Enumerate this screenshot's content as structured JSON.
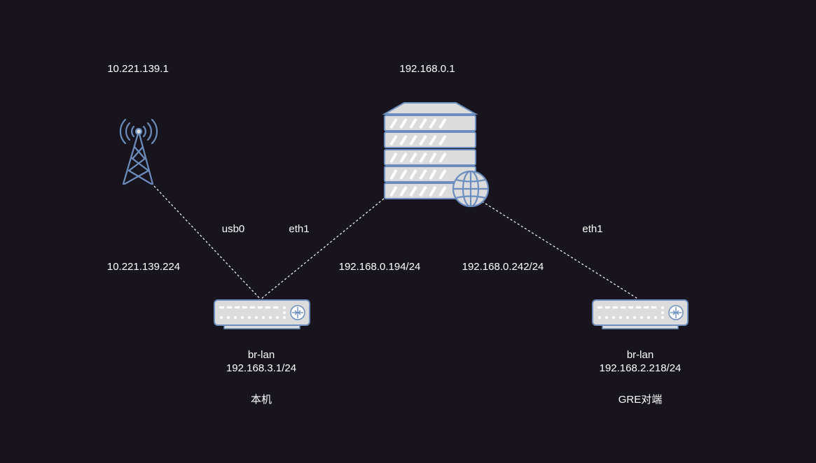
{
  "colors": {
    "background": "#18141d",
    "device_fill": "#dcdcdc",
    "device_stroke": "#6c8ebf",
    "link": "#ffffff",
    "text": "#ffffff"
  },
  "nodes": {
    "tower": {
      "icon": "cell-tower-icon",
      "ip": "10.221.139.1"
    },
    "server": {
      "icon": "server-globe-icon",
      "ip": "192.168.0.1"
    },
    "local_router": {
      "icon": "router-icon",
      "bridge": "br-lan",
      "bridge_ip": "192.168.3.1/24",
      "name": "本机"
    },
    "peer_router": {
      "icon": "router-icon",
      "bridge": "br-lan",
      "bridge_ip": "192.168.2.218/24",
      "name": "GRE对端"
    }
  },
  "links": {
    "tower_to_local": {
      "interface": "usb0",
      "ip": "10.221.139.224"
    },
    "server_to_local": {
      "interface": "eth1",
      "ip": "192.168.0.194/24"
    },
    "server_to_peer": {
      "interface": "eth1",
      "ip": "192.168.0.242/24"
    }
  }
}
